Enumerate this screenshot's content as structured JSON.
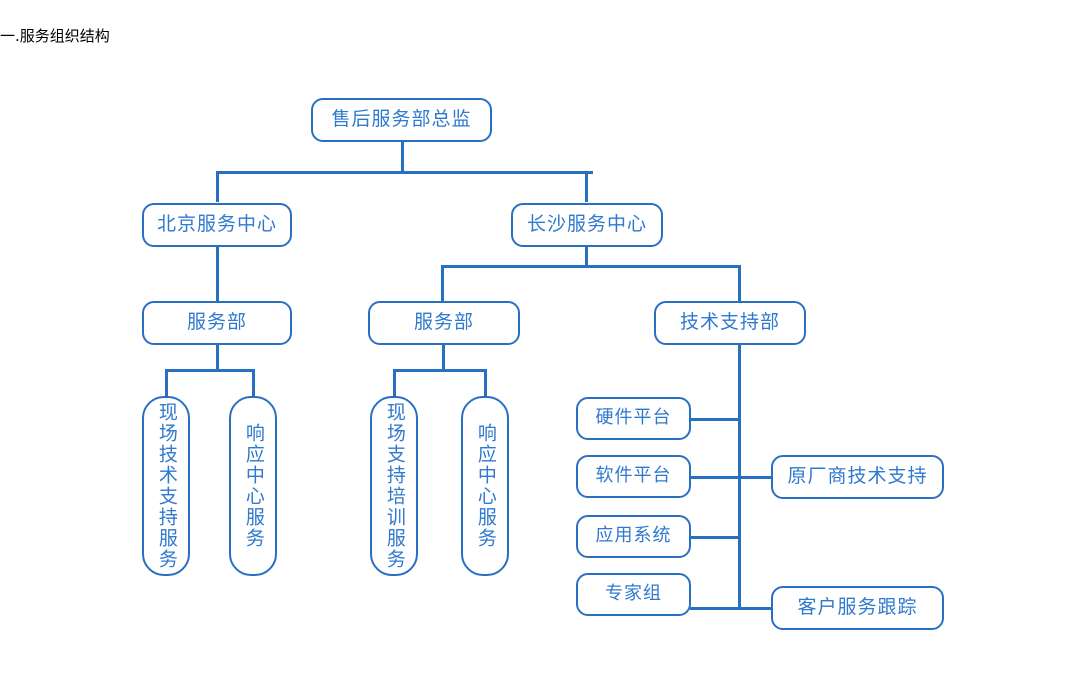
{
  "document": {
    "title": "一.服务组织结构"
  },
  "theme": {
    "line_color": "#2a70c2",
    "border_color": "#2a70c2",
    "text_color": "#2f79cf",
    "title_color": "#000000",
    "background": "#ffffff"
  },
  "chart_data": {
    "type": "diagram",
    "diagram_kind": "organization-chart",
    "title": "一.服务组织结构",
    "orientation": "top-down",
    "nodes": [
      {
        "id": "director",
        "label": "售后服务部总监",
        "level": 0,
        "parent": null
      },
      {
        "id": "beijing",
        "label": "北京服务中心",
        "level": 1,
        "parent": "director"
      },
      {
        "id": "changsha",
        "label": "长沙服务中心",
        "level": 1,
        "parent": "director"
      },
      {
        "id": "bj-service",
        "label": "服务部",
        "level": 2,
        "parent": "beijing"
      },
      {
        "id": "cs-service",
        "label": "服务部",
        "level": 2,
        "parent": "changsha"
      },
      {
        "id": "cs-techsup",
        "label": "技术支持部",
        "level": 2,
        "parent": "changsha"
      },
      {
        "id": "bj-onsite",
        "label": "现场技术支持服务",
        "level": 3,
        "parent": "bj-service"
      },
      {
        "id": "bj-response",
        "label": "响应中心服务",
        "level": 3,
        "parent": "bj-service"
      },
      {
        "id": "cs-training",
        "label": "现场支持培训服务",
        "level": 3,
        "parent": "cs-service"
      },
      {
        "id": "cs-response",
        "label": "响应中心服务",
        "level": 3,
        "parent": "cs-service"
      },
      {
        "id": "hardware",
        "label": "硬件平台",
        "level": 3,
        "parent": "cs-techsup"
      },
      {
        "id": "software",
        "label": "软件平台",
        "level": 3,
        "parent": "cs-techsup"
      },
      {
        "id": "application",
        "label": "应用系统",
        "level": 3,
        "parent": "cs-techsup"
      },
      {
        "id": "experts",
        "label": "专家组",
        "level": 3,
        "parent": "cs-techsup"
      },
      {
        "id": "vendor-sup",
        "label": "原厂商技术支持",
        "level": 3,
        "parent": "cs-techsup"
      },
      {
        "id": "cust-track",
        "label": "客户服务跟踪",
        "level": 3,
        "parent": "cs-techsup"
      }
    ],
    "edges": [
      {
        "from": "director",
        "to": "beijing"
      },
      {
        "from": "director",
        "to": "changsha"
      },
      {
        "from": "beijing",
        "to": "bj-service"
      },
      {
        "from": "changsha",
        "to": "cs-service"
      },
      {
        "from": "changsha",
        "to": "cs-techsup"
      },
      {
        "from": "bj-service",
        "to": "bj-onsite"
      },
      {
        "from": "bj-service",
        "to": "bj-response"
      },
      {
        "from": "cs-service",
        "to": "cs-training"
      },
      {
        "from": "cs-service",
        "to": "cs-response"
      },
      {
        "from": "cs-techsup",
        "to": "hardware"
      },
      {
        "from": "cs-techsup",
        "to": "software"
      },
      {
        "from": "cs-techsup",
        "to": "application"
      },
      {
        "from": "cs-techsup",
        "to": "experts"
      },
      {
        "from": "cs-techsup",
        "to": "vendor-sup"
      },
      {
        "from": "cs-techsup",
        "to": "cust-track"
      }
    ]
  },
  "nodes": {
    "director": "售后服务部总监",
    "beijing": "北京服务中心",
    "changsha": "长沙服务中心",
    "bj_service": "服务部",
    "cs_service": "服务部",
    "cs_techsup": "技术支持部",
    "bj_onsite": "现场技术支持服务",
    "bj_response": "响应中心服务",
    "cs_training": "现场支持培训服务",
    "cs_response": "响应中心服务",
    "hardware": "硬件平台",
    "software": "软件平台",
    "application": "应用系统",
    "experts": "专家组",
    "vendor_support": "原厂商技术支持",
    "customer_tracking": "客户服务跟踪"
  }
}
